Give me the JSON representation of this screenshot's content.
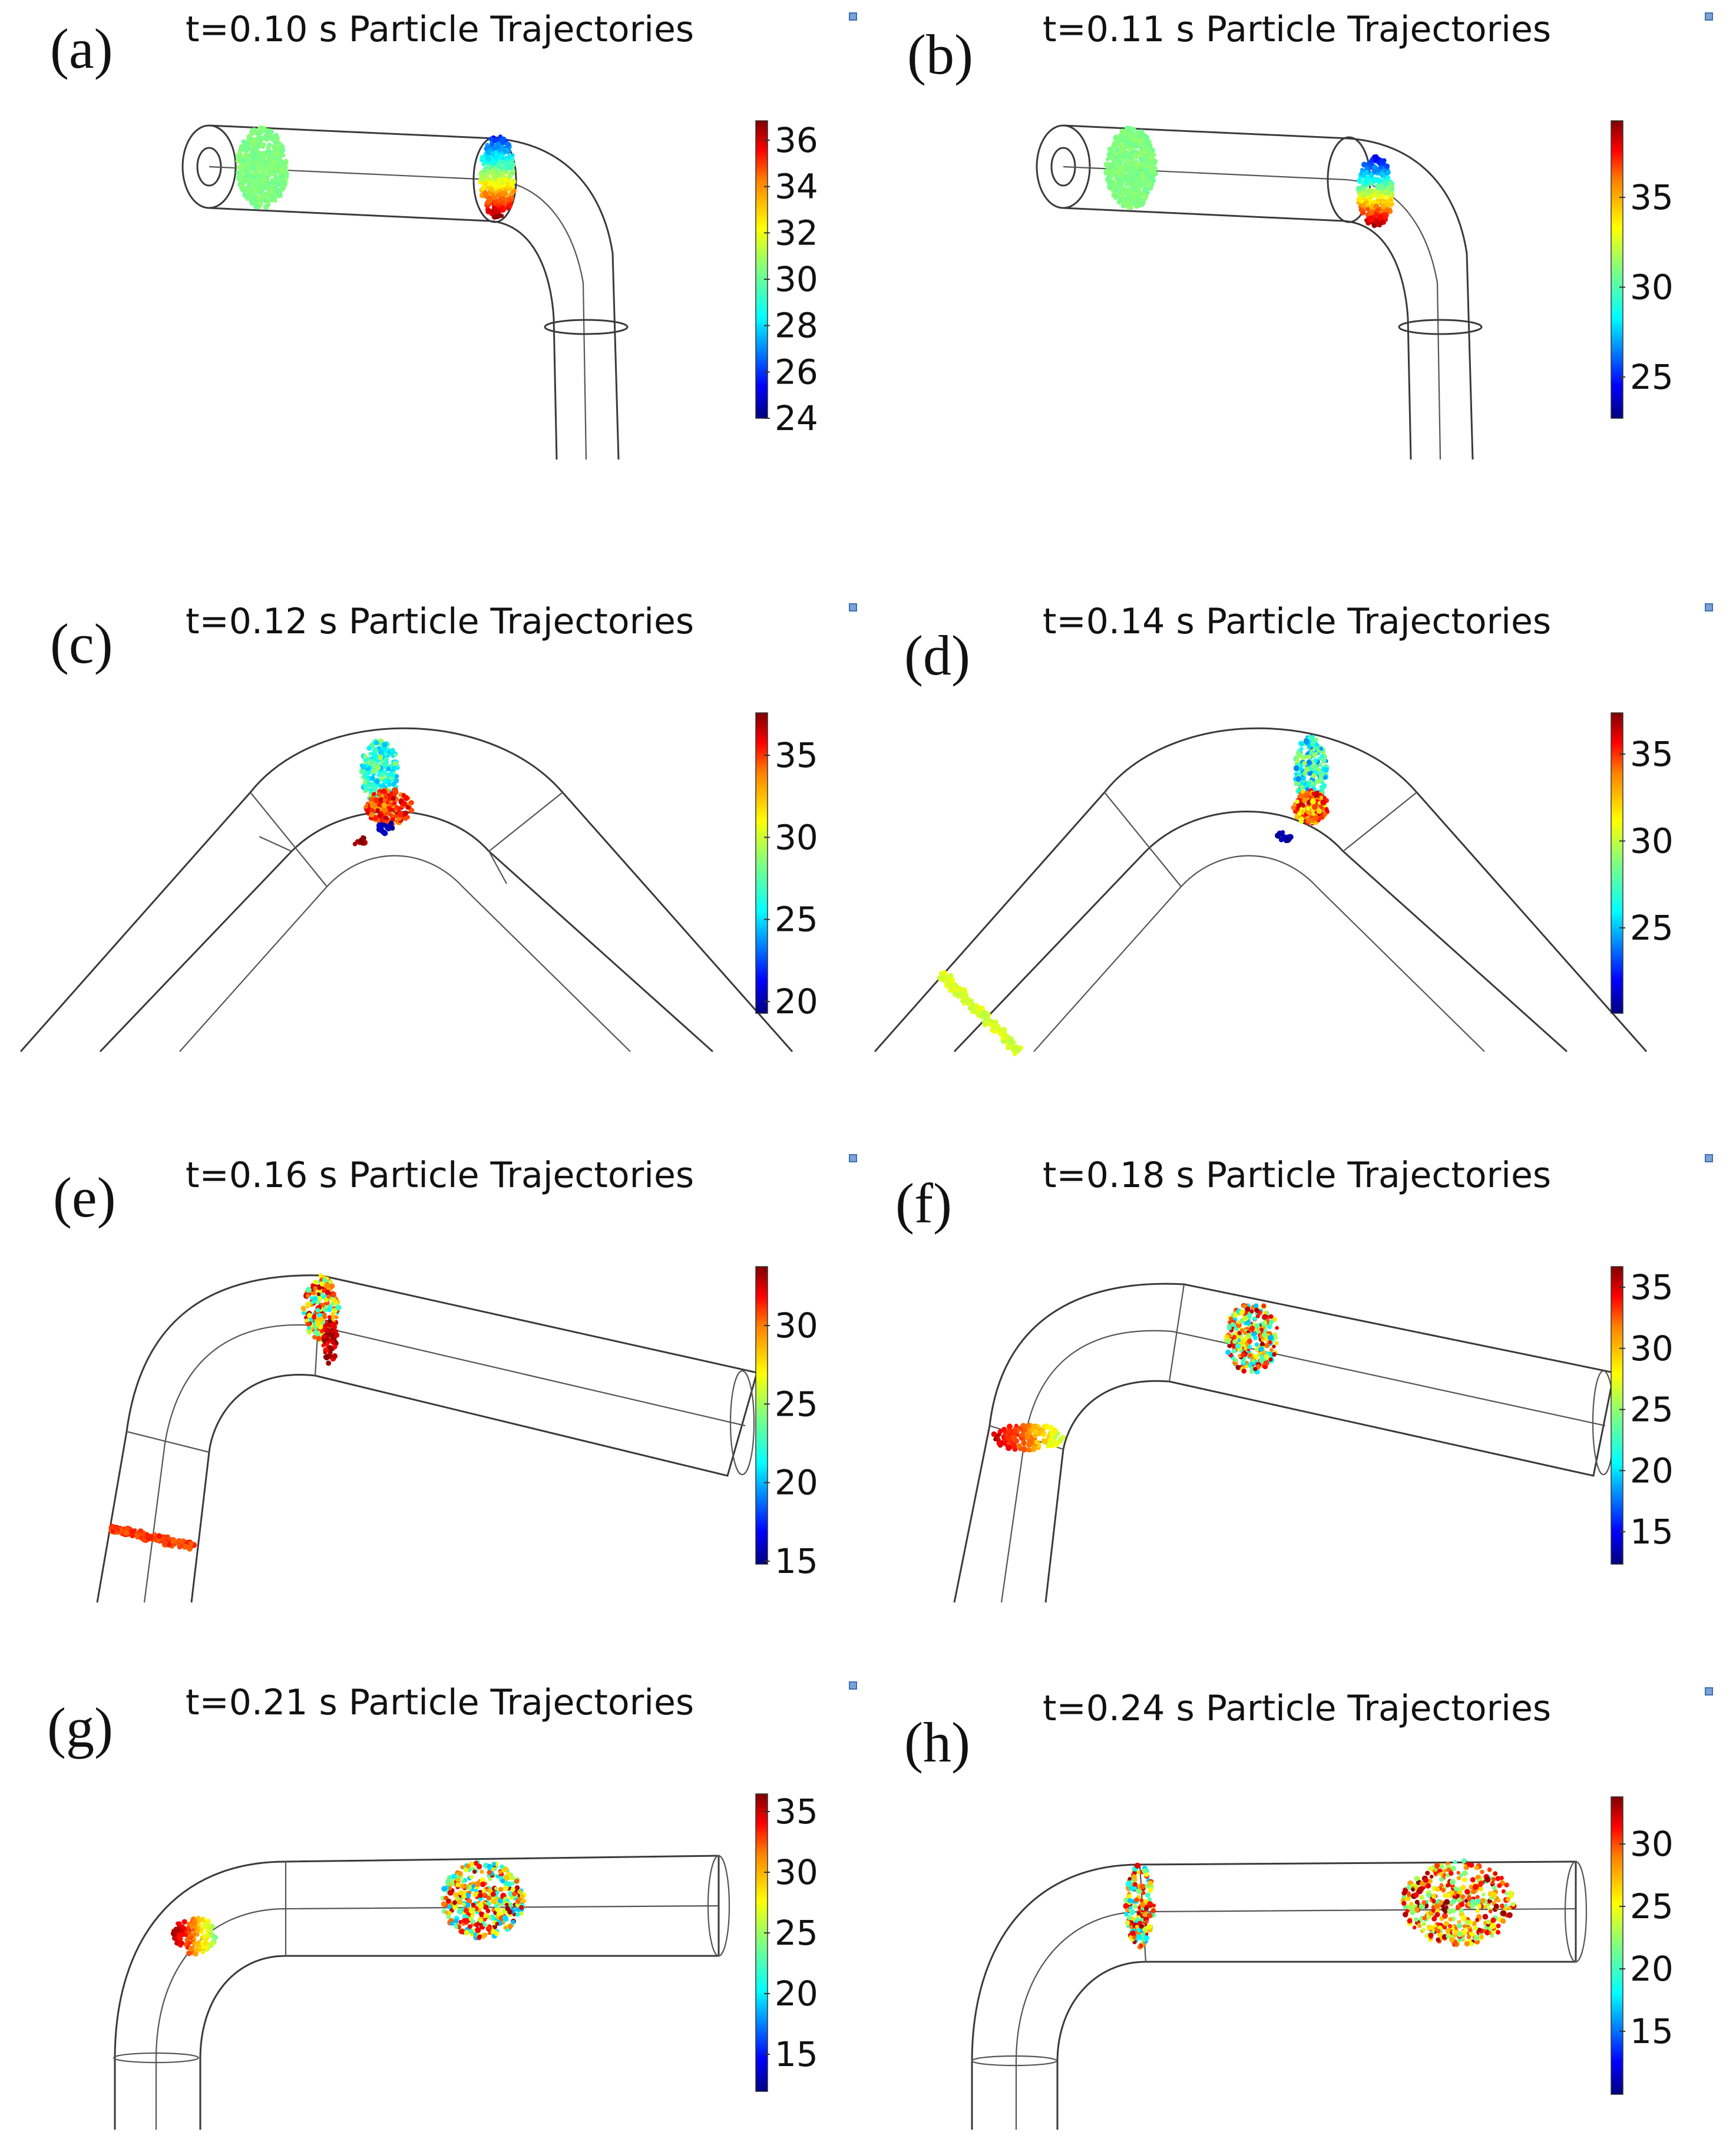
{
  "colormap": [
    "#00007f",
    "#0000ff",
    "#0080ff",
    "#00ffff",
    "#80ff80",
    "#ffff00",
    "#ff8000",
    "#ff0000",
    "#7f0000"
  ],
  "panels": [
    {
      "letter": "(a)",
      "title": "t=0.10 s Particle Trajectories",
      "ticks": [
        "36",
        "34",
        "32",
        "30",
        "28",
        "26",
        "24"
      ]
    },
    {
      "letter": "(b)",
      "title": "t=0.11 s Particle Trajectories",
      "ticks": [
        "35",
        "30",
        "25"
      ]
    },
    {
      "letter": "(c)",
      "title": "t=0.12 s Particle Trajectories",
      "ticks": [
        "35",
        "30",
        "25",
        "20"
      ]
    },
    {
      "letter": "(d)",
      "title": "t=0.14 s Particle Trajectories",
      "ticks": [
        "35",
        "30",
        "25"
      ]
    },
    {
      "letter": "(e)",
      "title": "t=0.16 s Particle Trajectories",
      "ticks": [
        "30",
        "25",
        "20",
        "15"
      ]
    },
    {
      "letter": "(f)",
      "title": "t=0.18 s Particle Trajectories",
      "ticks": [
        "35",
        "30",
        "25",
        "20",
        "15"
      ]
    },
    {
      "letter": "(g)",
      "title": "t=0.21 s Particle Trajectories",
      "ticks": [
        "35",
        "30",
        "25",
        "20",
        "15"
      ]
    },
    {
      "letter": "(h)",
      "title": "t=0.24 s Particle Trajectories",
      "ticks": [
        "30",
        "25",
        "20",
        "15"
      ]
    }
  ]
}
